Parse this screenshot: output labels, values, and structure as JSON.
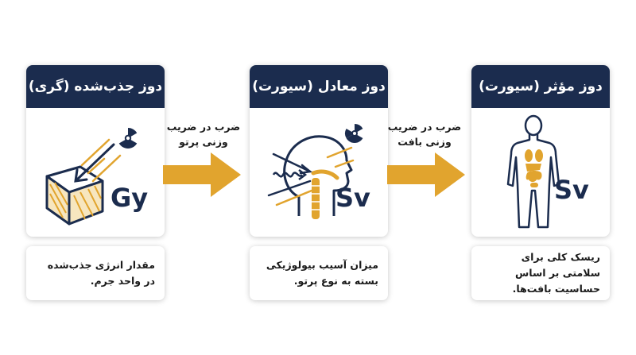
{
  "colors": {
    "navy": "#1b2c4e",
    "gold": "#e1a42e",
    "white": "#ffffff"
  },
  "cards": [
    {
      "title": "دوز جذب‌شده (گری)",
      "unit": "Gy",
      "icon": "energy-cube-icon",
      "description": "مقدار انرژی جذب‌شده در واحد جرم."
    },
    {
      "title": "دوز معادل (سیورت)",
      "unit": "Sv",
      "icon": "head-profile-icon",
      "description": "میزان آسیب بیولوژیکی بسته به نوع پرتو."
    },
    {
      "title": "دوز مؤثر (سیورت)",
      "unit": "Sv",
      "icon": "human-body-icon",
      "description": "ریسک کلی برای سلامتی بر اساس حساسیت بافت‌ها."
    }
  ],
  "arrows": [
    {
      "line1": "ضرب در ضریب",
      "line2": "وزنی پرتو"
    },
    {
      "line1": "ضرب در ضریب",
      "line2": "وزنی بافت"
    }
  ]
}
